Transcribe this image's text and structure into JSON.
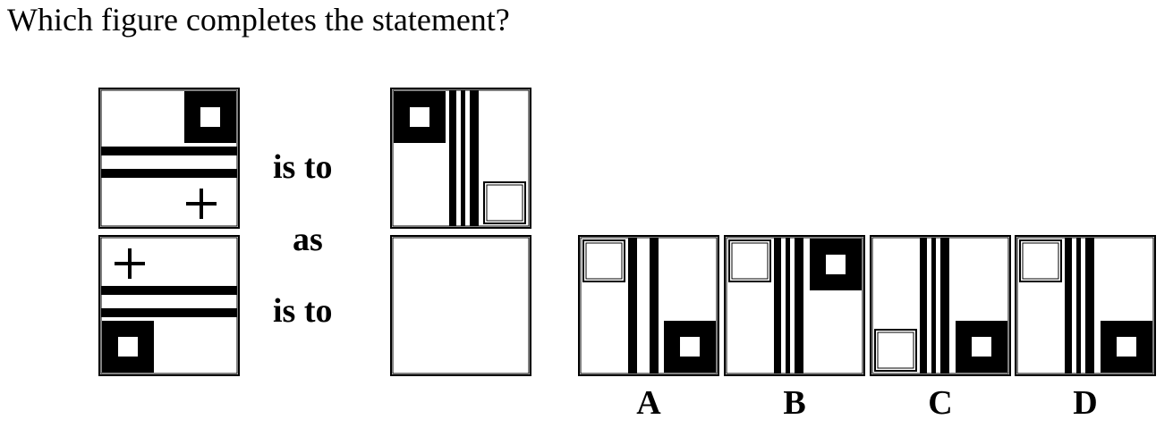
{
  "question": "Which figure completes the statement?",
  "analogy": {
    "connector_1": "is to",
    "connector_2": "as",
    "connector_3": "is to"
  },
  "options": [
    {
      "label": "A"
    },
    {
      "label": "B"
    },
    {
      "label": "C"
    },
    {
      "label": "D"
    }
  ]
}
